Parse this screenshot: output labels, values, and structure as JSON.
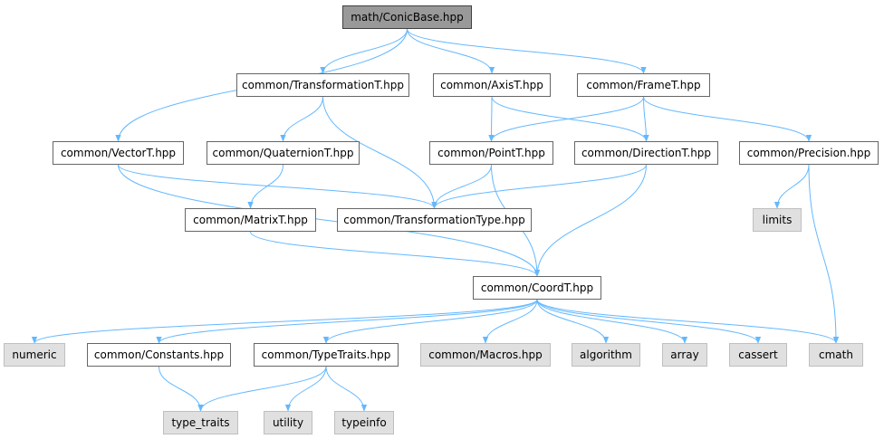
{
  "diagram": {
    "type": "include-dependency-graph",
    "colors": {
      "edge": "#63b8ff",
      "node_border": "#666666",
      "system_fill": "#e0e0e0",
      "root_fill": "#999999"
    },
    "nodes": {
      "conicbase": "math/ConicBase.hpp",
      "vectort": "common/VectorT.hpp",
      "transformationt": "common/TransformationT.hpp",
      "axist": "common/AxisT.hpp",
      "framet": "common/FrameT.hpp",
      "quaterniont": "common/QuaternionT.hpp",
      "pointt": "common/PointT.hpp",
      "directiont": "common/DirectionT.hpp",
      "precision": "common/Precision.hpp",
      "matrixt": "common/MatrixT.hpp",
      "transformationtype": "common/TransformationType.hpp",
      "limits": "limits",
      "coordt": "common/CoordT.hpp",
      "numeric": "numeric",
      "constants": "common/Constants.hpp",
      "typetraits": "common/TypeTraits.hpp",
      "macros": "common/Macros.hpp",
      "algorithm": "algorithm",
      "array": "array",
      "cassert": "cassert",
      "cmath": "cmath",
      "type_traits": "type_traits",
      "utility": "utility",
      "typeinfo": "typeinfo"
    },
    "edges": [
      [
        "conicbase",
        "vectort"
      ],
      [
        "conicbase",
        "transformationt"
      ],
      [
        "conicbase",
        "axist"
      ],
      [
        "conicbase",
        "framet"
      ],
      [
        "transformationt",
        "quaterniont"
      ],
      [
        "transformationt",
        "transformationtype"
      ],
      [
        "axist",
        "pointt"
      ],
      [
        "axist",
        "directiont"
      ],
      [
        "framet",
        "pointt"
      ],
      [
        "framet",
        "directiont"
      ],
      [
        "framet",
        "precision"
      ],
      [
        "vectort",
        "transformationtype"
      ],
      [
        "vectort",
        "coordt"
      ],
      [
        "quaterniont",
        "matrixt"
      ],
      [
        "matrixt",
        "coordt"
      ],
      [
        "pointt",
        "transformationtype"
      ],
      [
        "pointt",
        "coordt"
      ],
      [
        "directiont",
        "transformationtype"
      ],
      [
        "directiont",
        "coordt"
      ],
      [
        "precision",
        "limits"
      ],
      [
        "precision",
        "cmath"
      ],
      [
        "coordt",
        "numeric"
      ],
      [
        "coordt",
        "constants"
      ],
      [
        "coordt",
        "typetraits"
      ],
      [
        "coordt",
        "macros"
      ],
      [
        "coordt",
        "algorithm"
      ],
      [
        "coordt",
        "array"
      ],
      [
        "coordt",
        "cassert"
      ],
      [
        "coordt",
        "cmath"
      ],
      [
        "constants",
        "type_traits"
      ],
      [
        "typetraits",
        "type_traits"
      ],
      [
        "typetraits",
        "utility"
      ],
      [
        "typetraits",
        "typeinfo"
      ]
    ]
  }
}
